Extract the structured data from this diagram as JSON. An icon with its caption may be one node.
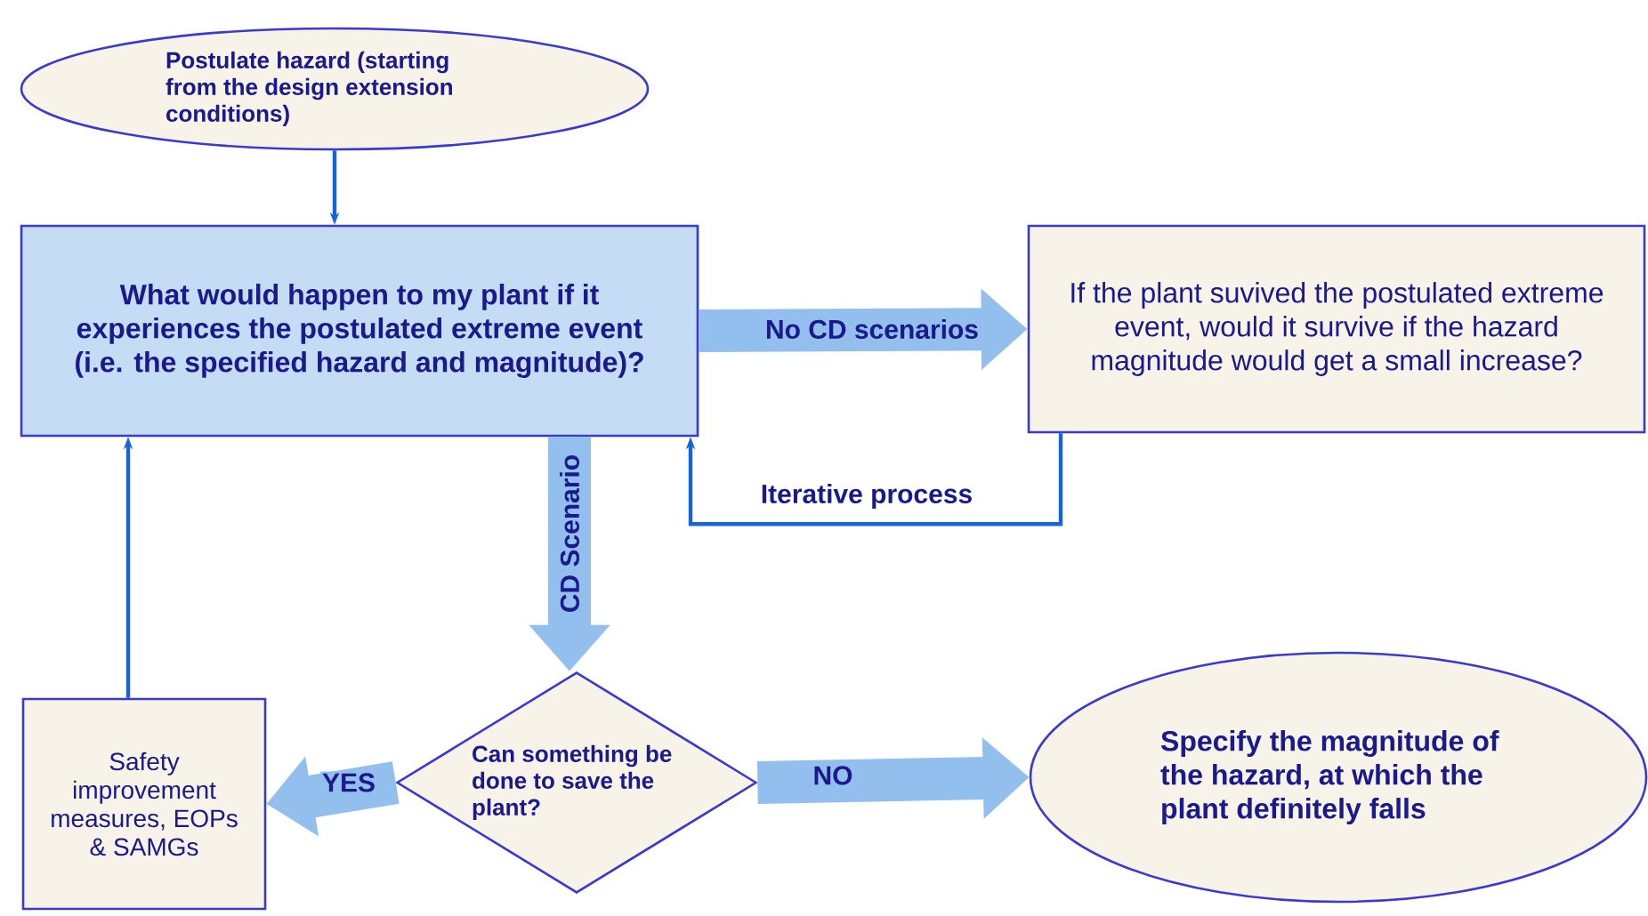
{
  "diagram": {
    "nodes": [
      {
        "text": [
          "Postulate hazard (starting from the design extension conditions)"
        ]
      },
      {
        "text": [
          "What would happen to my plant if it experiences the postulated extreme event (i.e. the specified hazard and magnitude)?"
        ]
      },
      {
        "text": [
          "If the plant suvived the postulated extreme event, would it survive if the hazard magnitude would get a small increase?"
        ]
      },
      {
        "text": [
          "Can something be done to save the plant?"
        ]
      },
      {
        "text": [
          "Safety improvement measures, EOPs & SAMGs"
        ]
      },
      {
        "text": [
          "Specify the magnitude of the hazard, at which the plant definitely falls"
        ]
      }
    ],
    "edges": [
      {
        "from": 0,
        "to": 1,
        "arrow": "to",
        "color": "#1565d8"
      },
      {
        "from": 1,
        "to": 2,
        "arrow": "to",
        "label": "No CD scenarios"
      },
      {
        "from": 2,
        "to": 1,
        "arrow": "to",
        "label": "Iterative process",
        "color": "#1565d8"
      },
      {
        "from": 1,
        "to": 3,
        "arrow": "to",
        "label": "CD Scenario"
      },
      {
        "from": 3,
        "to": 4,
        "arrow": "to",
        "label": "YES"
      },
      {
        "from": 3,
        "to": 5,
        "arrow": "to",
        "label": "NO"
      },
      {
        "from": 4,
        "to": 1,
        "arrow": "to",
        "color": "#1565d8"
      }
    ]
  }
}
